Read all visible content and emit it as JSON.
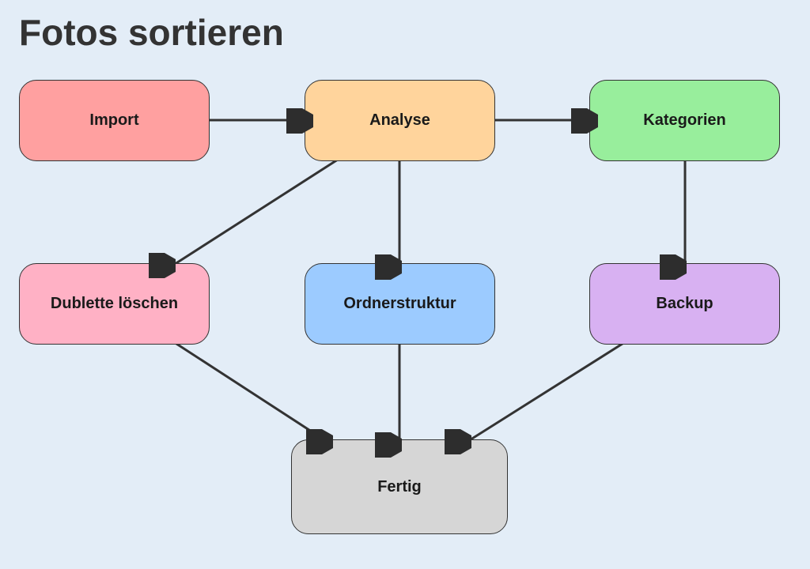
{
  "title": "Fotos sortieren",
  "nodes": {
    "import": {
      "label": "Import",
      "color": "#ffa0a0"
    },
    "analyse": {
      "label": "Analyse",
      "color": "#ffd49c"
    },
    "kategorien": {
      "label": "Kategorien",
      "color": "#98ee9c"
    },
    "dublette": {
      "label": "Dublette löschen",
      "color": "#ffb1c5"
    },
    "ordner": {
      "label": "Ordnerstruktur",
      "color": "#9ccbff"
    },
    "backup": {
      "label": "Backup",
      "color": "#d8b1f2"
    },
    "fertig": {
      "label": "Fertig",
      "color": "#d6d6d6"
    }
  },
  "edges": [
    [
      "import",
      "analyse"
    ],
    [
      "analyse",
      "kategorien"
    ],
    [
      "analyse",
      "dublette"
    ],
    [
      "analyse",
      "ordner"
    ],
    [
      "kategorien",
      "backup"
    ],
    [
      "dublette",
      "fertig"
    ],
    [
      "ordner",
      "fertig"
    ],
    [
      "backup",
      "fertig"
    ]
  ]
}
